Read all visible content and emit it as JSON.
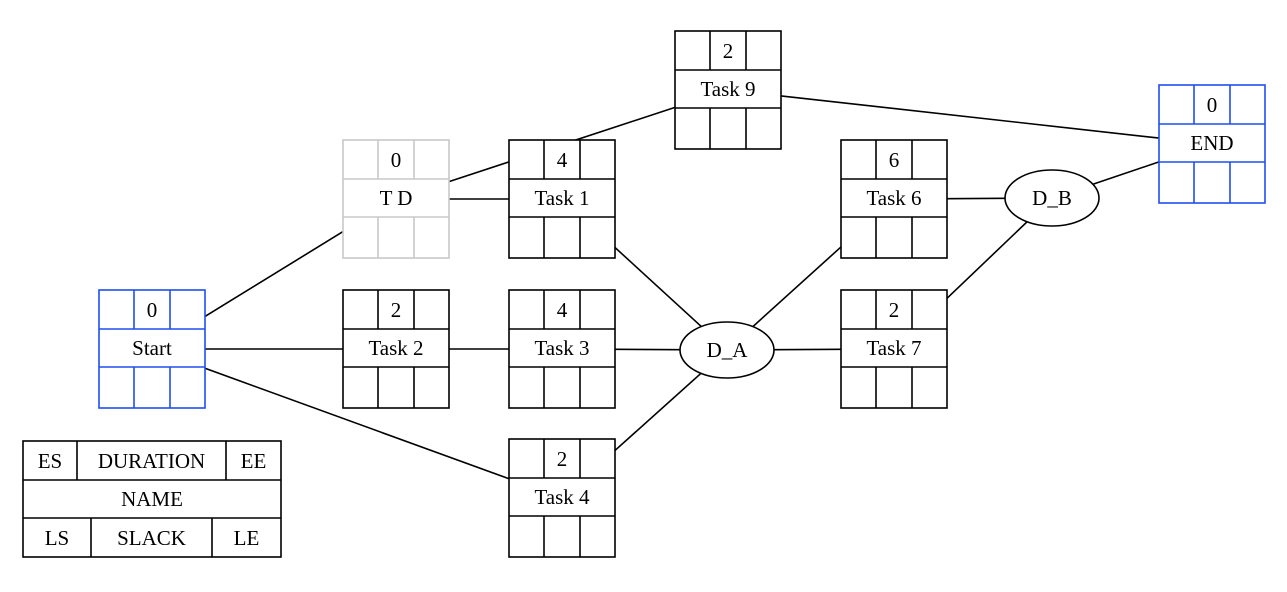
{
  "colors": {
    "line": "#000000",
    "milestone": "#1f4ef0",
    "dummy": "#c8c8c8"
  },
  "nodes": [
    {
      "id": "start",
      "name": "Start",
      "duration": "0",
      "style": "milestone"
    },
    {
      "id": "td",
      "name": "T D",
      "duration": "0",
      "style": "dummy"
    },
    {
      "id": "task9",
      "name": "Task 9",
      "duration": "2",
      "style": "normal"
    },
    {
      "id": "task1",
      "name": "Task 1",
      "duration": "4",
      "style": "normal"
    },
    {
      "id": "task2",
      "name": "Task 2",
      "duration": "2",
      "style": "normal"
    },
    {
      "id": "task3",
      "name": "Task 3",
      "duration": "4",
      "style": "normal"
    },
    {
      "id": "task4",
      "name": "Task 4",
      "duration": "2",
      "style": "normal"
    },
    {
      "id": "task6",
      "name": "Task 6",
      "duration": "6",
      "style": "normal"
    },
    {
      "id": "task7",
      "name": "Task 7",
      "duration": "2",
      "style": "normal"
    },
    {
      "id": "end",
      "name": "END",
      "duration": "0",
      "style": "milestone"
    }
  ],
  "junctions": [
    {
      "id": "da",
      "name": "D_A"
    },
    {
      "id": "db",
      "name": "D_B"
    }
  ],
  "edges": [
    [
      "start",
      "td"
    ],
    [
      "start",
      "task2"
    ],
    [
      "start",
      "task4"
    ],
    [
      "td",
      "task9"
    ],
    [
      "td",
      "task1"
    ],
    [
      "task9",
      "end"
    ],
    [
      "task2",
      "task3"
    ],
    [
      "task1",
      "da"
    ],
    [
      "task3",
      "da"
    ],
    [
      "task4",
      "da"
    ],
    [
      "da",
      "task6"
    ],
    [
      "da",
      "task7"
    ],
    [
      "task6",
      "db"
    ],
    [
      "task7",
      "db"
    ],
    [
      "db",
      "end"
    ]
  ],
  "legend": {
    "es": "ES",
    "duration": "DURATION",
    "ee": "EE",
    "name": "NAME",
    "ls": "LS",
    "slack": "SLACK",
    "le": "LE"
  }
}
